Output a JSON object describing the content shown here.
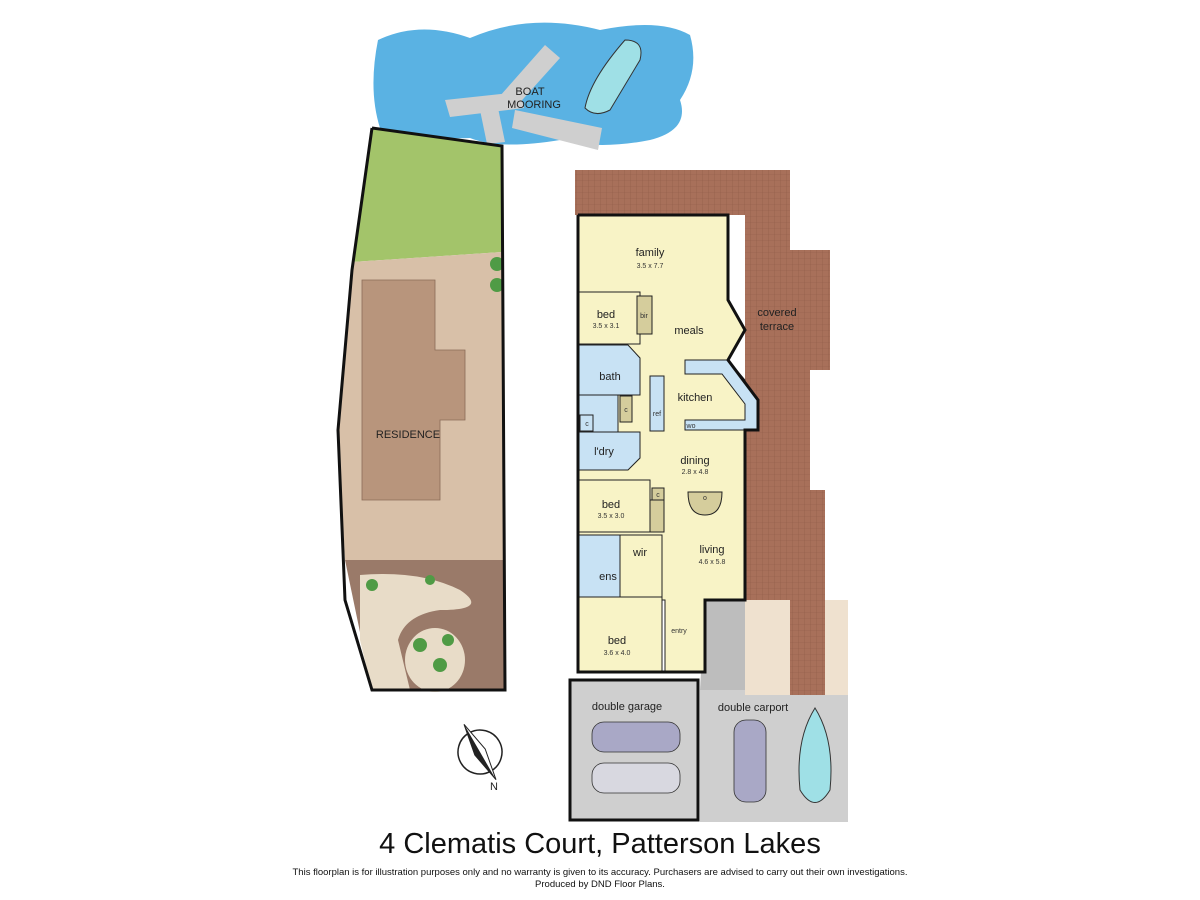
{
  "title": "4 Clematis Court, Patterson Lakes",
  "disclaimer": "This floorplan is for illustration purposes only and no warranty is given to its accuracy. Purchasers are advised to carry out their own investigations.",
  "producer": "Produced by DND Floor Plans.",
  "colors": {
    "water": "#5ab2e3",
    "lawn": "#a3c46a",
    "roof": "#c5a78c",
    "driveway": "#9a7a69",
    "room": "#f8f3c6",
    "wet": "#c8e2f4",
    "store": "#d5cd9c",
    "terrace": "#a8705a",
    "concrete": "#cfcfcf"
  },
  "site": {
    "boat_mooring": [
      "BOAT",
      "MOORING"
    ],
    "residence": "RESIDENCE"
  },
  "rooms": {
    "family": {
      "name": "family",
      "dim": "3.5 x 7.7"
    },
    "bed1": {
      "name": "bed",
      "dim": "3.5 x 3.1"
    },
    "bir": "bir",
    "meals": "meals",
    "covered_terrace": [
      "covered",
      "terrace"
    ],
    "bath": "bath",
    "kitchen": "kitchen",
    "ref": "ref",
    "c1": "c",
    "c2": "c",
    "c3": "c",
    "wo": "wo",
    "laundry": "l'dry",
    "dining": {
      "name": "dining",
      "dim": "2.8 x 4.8"
    },
    "bed2": {
      "name": "bed",
      "dim": "3.5 x 3.0"
    },
    "wir": "wir",
    "ens": "ens",
    "living": {
      "name": "living",
      "dim": "4.6 x 5.8"
    },
    "entry": "entry",
    "bed3": {
      "name": "bed",
      "dim": "3.6 x 4.0"
    },
    "double_garage": "double garage",
    "double_carport": "double carport",
    "fireplace": "o"
  },
  "compass": {
    "north": "N"
  }
}
